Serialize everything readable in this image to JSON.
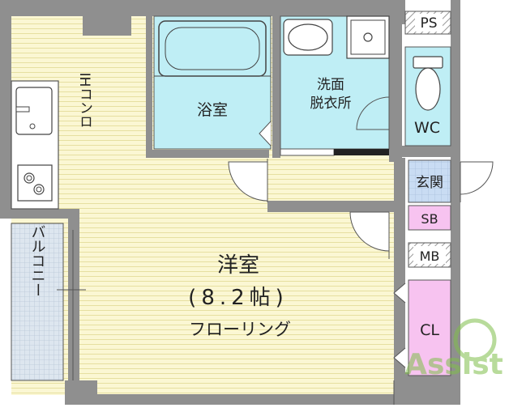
{
  "labels": {
    "bath": "浴室",
    "washroom_line1": "洗面",
    "washroom_line2": "脱衣所",
    "wc": "WC",
    "ps": "PS",
    "entrance": "玄関",
    "sb": "SB",
    "mb": "MB",
    "cl": "CL",
    "ih_stove": "IHコンロ",
    "balcony": "バルコニー",
    "western_room": "洋室",
    "room_size": "(8.2帖)",
    "flooring": "フローリング",
    "watermark": "Assist"
  },
  "colors": {
    "wall": "#8f8f8f",
    "floor_wood": "#fbf7d3",
    "wet_area": "#bfeef5",
    "entrance_tile": "#c9dcf3",
    "storage_pink": "#f7c3f0",
    "balcony": "#dde6ef",
    "hatch": "#9a9a9a",
    "watermark_green": "#7fbf4a"
  }
}
